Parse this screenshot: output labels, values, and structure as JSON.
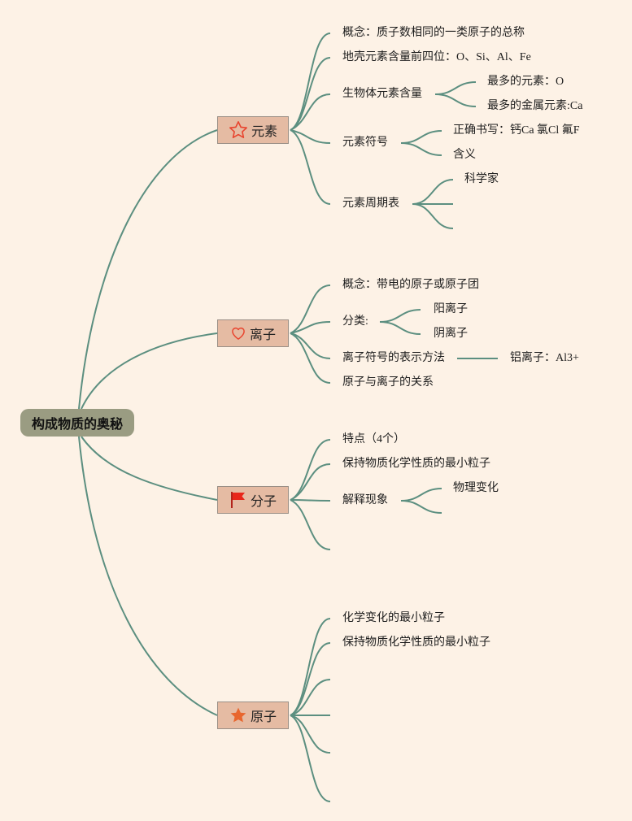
{
  "root": {
    "label": "构成物质的奥秘"
  },
  "branches": {
    "element": {
      "label": "元素",
      "icon": "star-outline-icon",
      "items": {
        "concept": "概念：质子数相同的一类原子的总称",
        "crust": "地壳元素含量前四位：O、Si、Al、Fe",
        "bio": {
          "label": "生物体元素含量",
          "children": [
            "最多的元素：O",
            "最多的金属元素:Ca"
          ]
        },
        "symbol": {
          "label": "元素符号",
          "children": [
            "正确书写：钙Ca 氯Cl 氟F",
            "含义"
          ]
        },
        "periodic": {
          "label": "元素周期表",
          "children": [
            "科学家"
          ]
        }
      }
    },
    "ion": {
      "label": "离子",
      "icon": "heart-outline-icon",
      "items": {
        "concept": "概念：带电的原子或原子团",
        "classify": {
          "label": "分类:",
          "children": [
            "阳离子",
            "阴离子"
          ]
        },
        "notation": {
          "label": "离子符号的表示方法",
          "children": [
            "铝离子：Al3+"
          ]
        },
        "relation": "原子与离子的关系"
      }
    },
    "molecule": {
      "label": "分子",
      "icon": "red-flag-icon",
      "items": {
        "feature": "特点（4个）",
        "keep": "保持物质化学性质的最小粒子",
        "explain": {
          "label": "解释现象",
          "children": [
            "物理变化"
          ]
        }
      }
    },
    "atom": {
      "label": "原子",
      "icon": "orange-star-icon",
      "items": {
        "smallest": "化学变化的最小粒子",
        "keep": "保持物质化学性质的最小粒子"
      }
    }
  },
  "colors": {
    "line": "#5c8f80",
    "background": "#fdf2e6",
    "branch_fill": "#e5bba3",
    "root_fill": "#9a9c82",
    "icon_red": "#e8442e",
    "icon_orange": "#e8662e"
  }
}
